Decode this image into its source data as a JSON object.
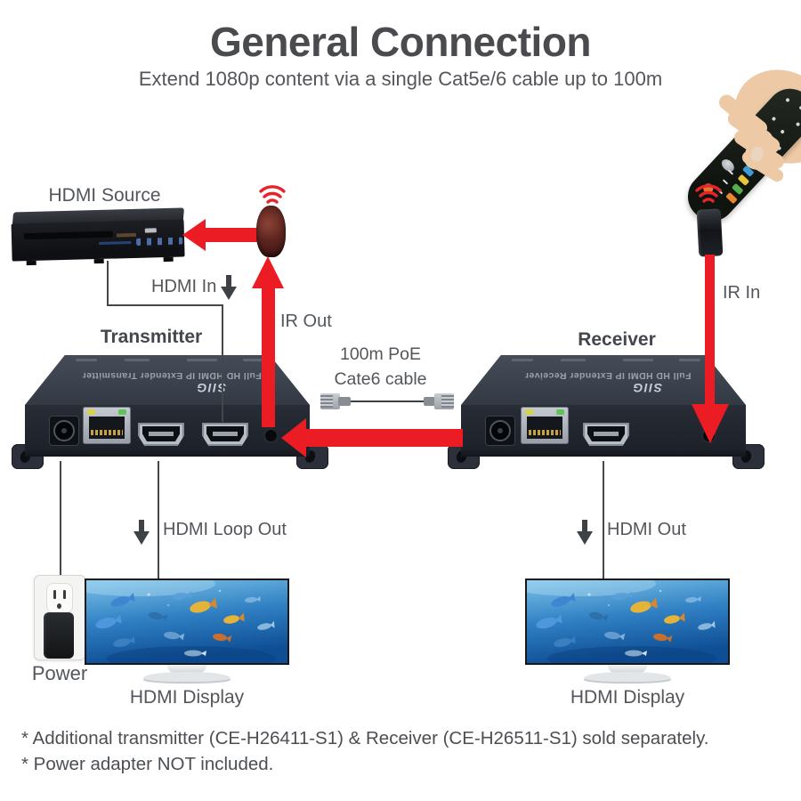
{
  "header": {
    "title": "General Connection",
    "subtitle": "Extend 1080p content via a single Cat5e/6 cable up to 100m"
  },
  "diagram": {
    "source_label": "HDMI Source",
    "hdmi_in_label": "HDMI In",
    "ir_out_label": "IR Out",
    "ir_in_label": "IR In",
    "transmitter_label": "Transmitter",
    "receiver_label": "Receiver",
    "cable_label_line1": "100m PoE",
    "cable_label_line2": "Cate6 cable",
    "hdmi_loop_out_label": "HDMI Loop Out",
    "hdmi_out_label": "HDMI Out",
    "power_label": "Power",
    "display_label": "HDMI Display",
    "transmitter_marking": "Full HD HDMI IP Extender Transmitter",
    "receiver_marking": "Full HD HDMI IP Extender Receiver",
    "brand": "SIIG"
  },
  "footnotes": {
    "line1": "* Additional transmitter (CE-H26411-S1) & Receiver (CE-H26511-S1) sold separately.",
    "line2": "* Power adapter NOT included."
  },
  "colors": {
    "accent_red": "#ec1c24",
    "device_black": "#23272e",
    "text_gray": "#4c4f54"
  }
}
